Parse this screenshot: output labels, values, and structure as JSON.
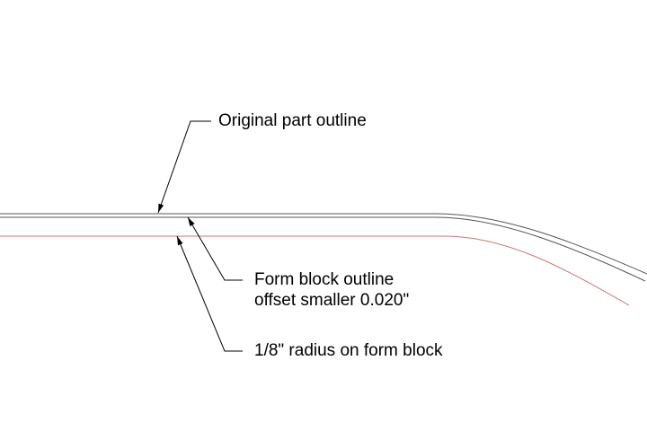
{
  "labels": {
    "original_part": "Original part outline",
    "form_block_line1": "Form block outline",
    "form_block_line2": "offset smaller 0.020\"",
    "radius": "1/8\" radius on form block"
  },
  "colors": {
    "part_outline": "#555555",
    "form_block_outline": "#c87878",
    "leader": "#000000",
    "text": "#000000"
  }
}
